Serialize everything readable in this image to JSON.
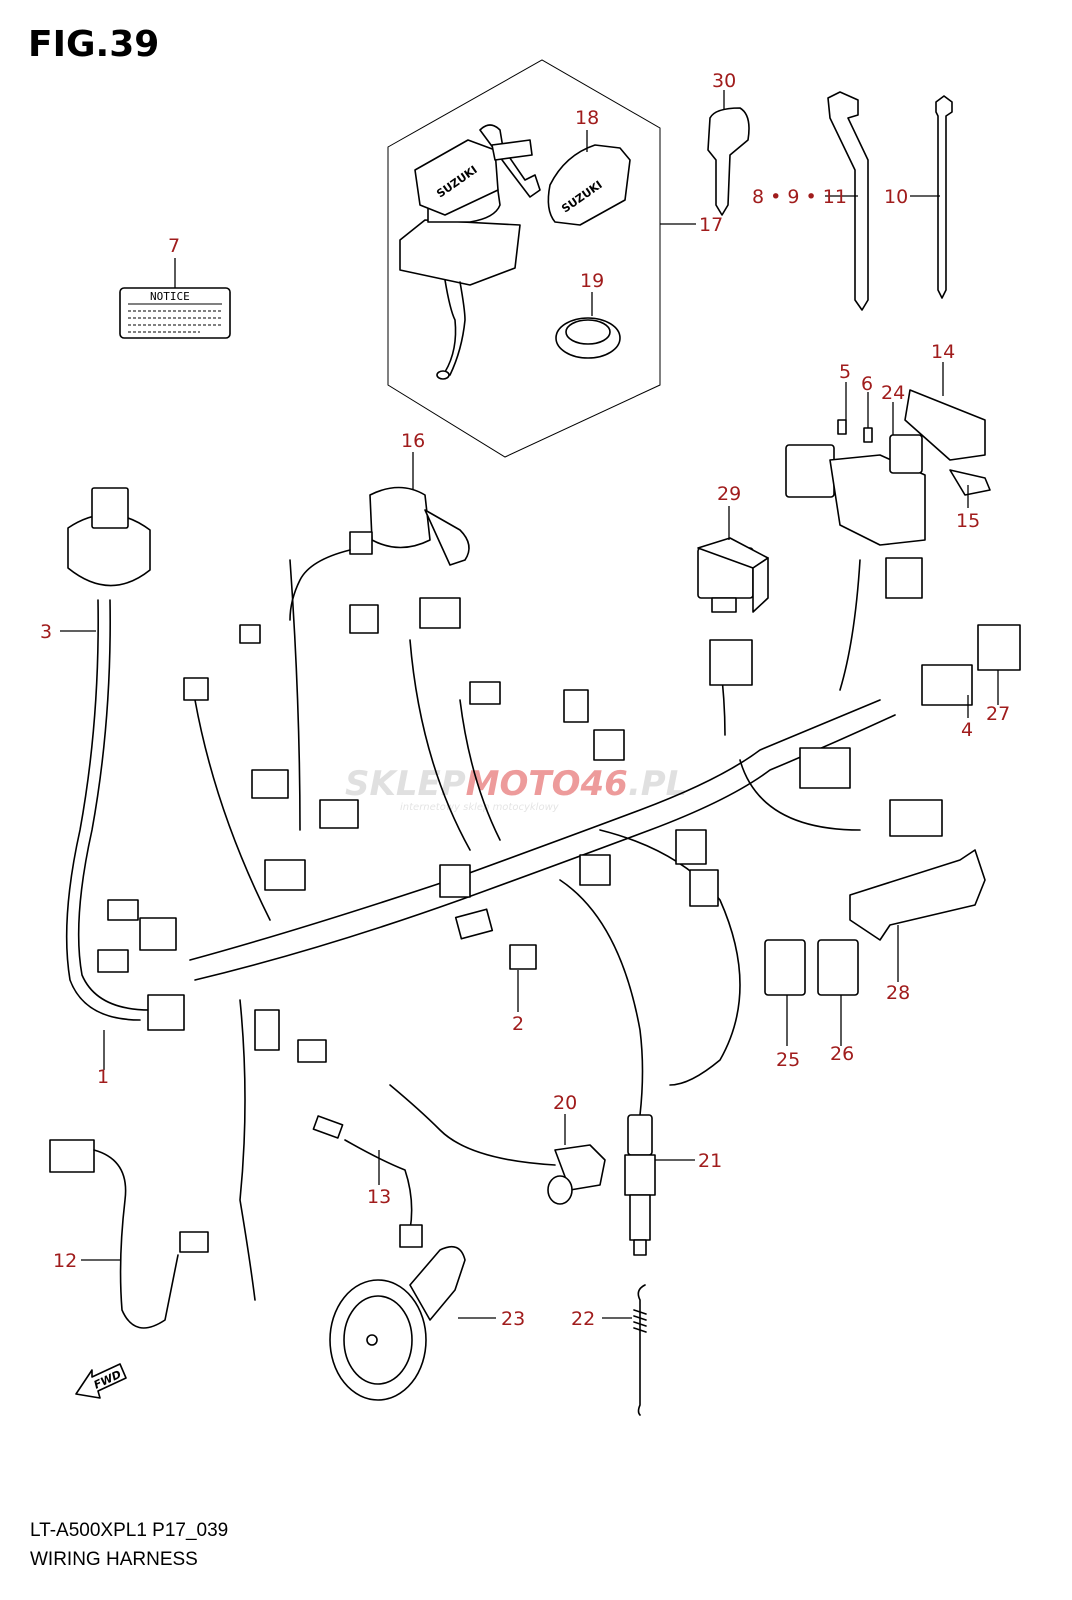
{
  "figure": {
    "title": "FIG.39",
    "model_code": "LT-A500XPL1 P17_039",
    "caption": "WIRING HARNESS"
  },
  "labels": {
    "notice": "NOTICE",
    "brand": "SUZUKI",
    "forward": "FWD"
  },
  "watermark": {
    "main_a": "SKLEP",
    "main_b": "MOTO",
    "main_c": "46",
    "main_d": ".PL",
    "sub": "internetowy sklep motocyklowy"
  },
  "callouts": [
    {
      "id": "c1",
      "text": "1"
    },
    {
      "id": "c2",
      "text": "2"
    },
    {
      "id": "c3",
      "text": "3"
    },
    {
      "id": "c4",
      "text": "4"
    },
    {
      "id": "c5",
      "text": "5"
    },
    {
      "id": "c6",
      "text": "6"
    },
    {
      "id": "c7",
      "text": "7"
    },
    {
      "id": "c8",
      "text": "8 • 9 • 11"
    },
    {
      "id": "c10",
      "text": "10"
    },
    {
      "id": "c12",
      "text": "12"
    },
    {
      "id": "c13",
      "text": "13"
    },
    {
      "id": "c14",
      "text": "14"
    },
    {
      "id": "c15",
      "text": "15"
    },
    {
      "id": "c16",
      "text": "16"
    },
    {
      "id": "c17",
      "text": "17"
    },
    {
      "id": "c18",
      "text": "18"
    },
    {
      "id": "c19",
      "text": "19"
    },
    {
      "id": "c20",
      "text": "20"
    },
    {
      "id": "c21",
      "text": "21"
    },
    {
      "id": "c22",
      "text": "22"
    },
    {
      "id": "c23",
      "text": "23"
    },
    {
      "id": "c24",
      "text": "24"
    },
    {
      "id": "c25",
      "text": "25"
    },
    {
      "id": "c26",
      "text": "26"
    },
    {
      "id": "c27",
      "text": "27"
    },
    {
      "id": "c28",
      "text": "28"
    },
    {
      "id": "c29",
      "text": "29"
    },
    {
      "id": "c30",
      "text": "30"
    }
  ],
  "colors": {
    "callout": "#a01c1c",
    "line": "#000000",
    "watermark_gray": "#c8c8c8",
    "watermark_red": "#e04a4a"
  }
}
